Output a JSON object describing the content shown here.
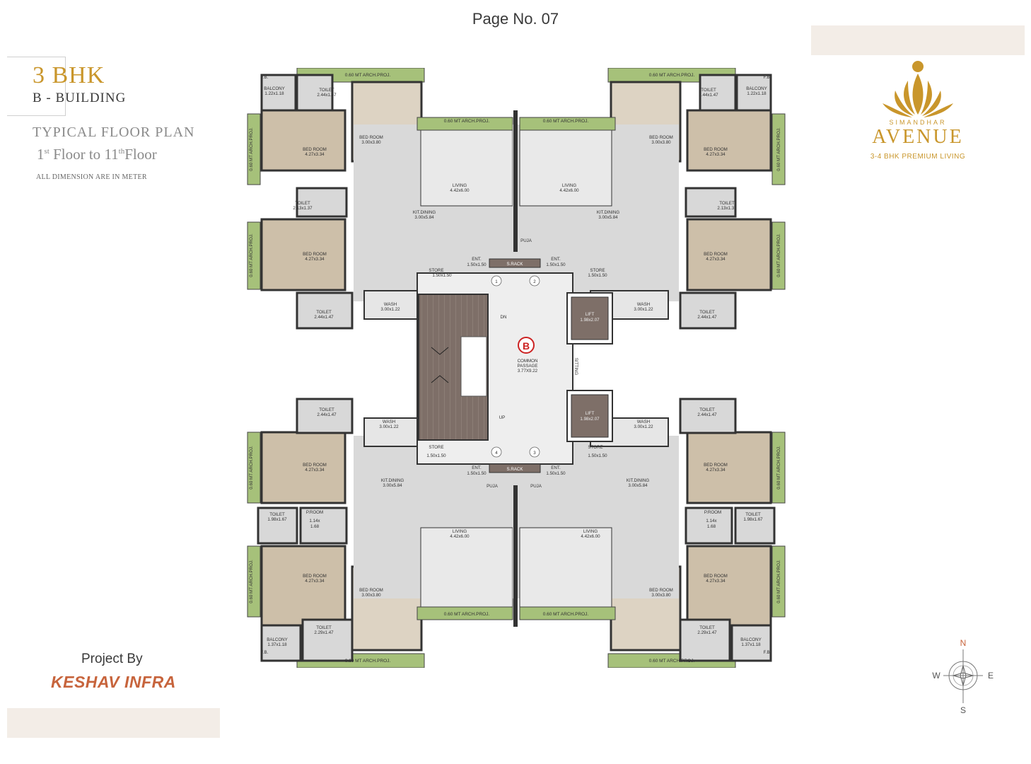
{
  "page": {
    "number_label": "Page No. 07"
  },
  "heading": {
    "bhk": "3 BHK",
    "building": "B - BUILDING",
    "plan_title": "TYPICAL FLOOR PLAN",
    "floor_from_num": "1",
    "floor_from_sup": "st",
    "floor_word_1": " Floor to ",
    "floor_to_num": "11",
    "floor_to_sup": "th",
    "floor_word_2": "Floor",
    "dimension_note": "ALL DIMENSION ARE IN METER"
  },
  "brand": {
    "small": "SIMANDHAR",
    "name": "AVENUE",
    "tagline": "3-4 BHK PREMIUM LIVING",
    "gold": "#c9962b"
  },
  "project": {
    "by_label": "Project By",
    "name": "KESHAV INFRA"
  },
  "compass": {
    "n": "N",
    "s": "S",
    "e": "E",
    "w": "W"
  },
  "core": {
    "common_passage": "COMMON",
    "common_passage_2": "PASSAGE",
    "common_passage_dim": "3.77X9.22",
    "building_mark": "B",
    "dn": "DN",
    "up": "UP",
    "sitting": "SITTING",
    "lift": "LIFT",
    "lift_dim": "1.98x2.07",
    "s_rack": "S.RACK",
    "puja": "PUJA",
    "ent": "ENT.",
    "ent_dim": "1.50x1.50",
    "flat_numbers": [
      "1",
      "2",
      "3",
      "4"
    ]
  },
  "rooms": {
    "arch_proj": "0.60 MT ARCH.PROJ.",
    "bed_room": "BED ROOM",
    "bed_dim_a": "4.27x3.34",
    "bed_dim_b": "3.00x3.80",
    "living": "LIVING",
    "living_dim": "4.42x6.00",
    "kit_dining": "KIT.DINING",
    "kit_dim": "3.00x5.84",
    "toilet": "TOILET",
    "toilet_dim_a": "2.44x1.47",
    "toilet_dim_b": "2.13x1.37",
    "toilet_dim_c": "1.98x1.67",
    "toilet_dim_d": "2.29x1.47",
    "balcony": "BALCONY",
    "balcony_dim_a": "1.22x1.18",
    "balcony_dim_b": "1.37x1.18",
    "wash": "WASH",
    "wash_dim": "3.00x1.22",
    "store": "STORE",
    "store_dim": "1.50x1.50",
    "p_room": "P.ROOM",
    "p_room_dim_a": "1.14x",
    "p_room_dim_b": "1.68",
    "fb": "F.B."
  }
}
